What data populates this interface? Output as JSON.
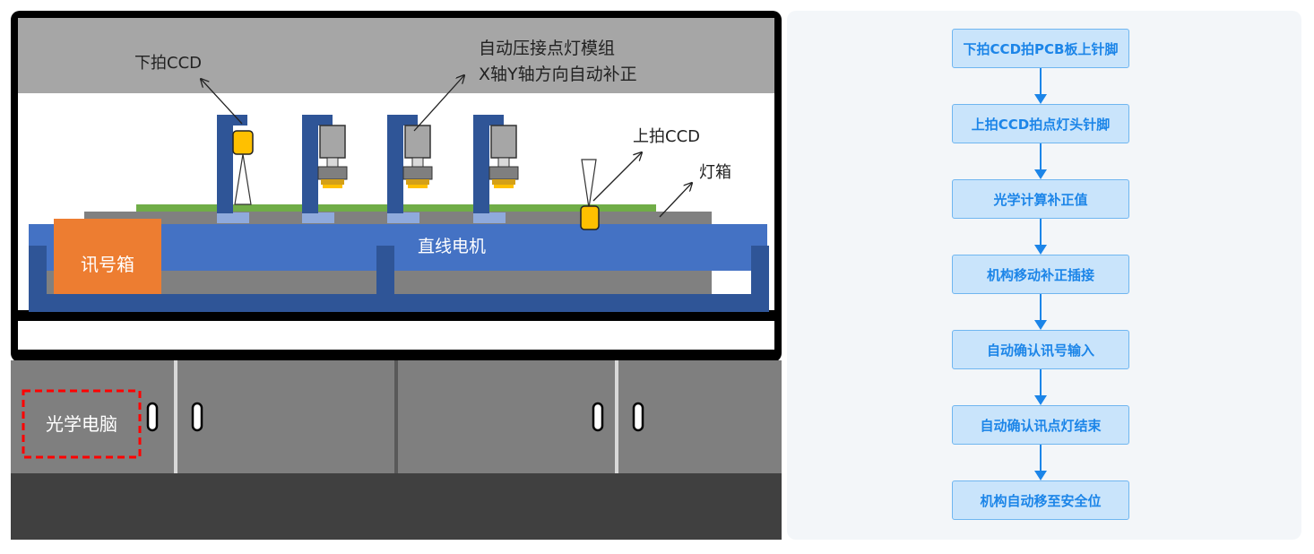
{
  "machine": {
    "labels": {
      "down_ccd": "下拍CCD",
      "auto_module_line1": "自动压接点灯模组",
      "auto_module_line2": "X轴Y轴方向自动补正",
      "up_ccd": "上拍CCD",
      "light_box": "灯箱",
      "linear_motor": "直线电机",
      "signal_box": "讯号箱",
      "optical_pc": "光学电脑"
    },
    "colors": {
      "frame": "#000000",
      "ceiling": "#a6a6a6",
      "rail_blue": "#4472c4",
      "dark_blue": "#2f5597",
      "signal_box": "#ed7d31",
      "ccd_gold": "#ffc000",
      "pcb_green": "#70ad47",
      "cabinet": "#7f7f7f",
      "base": "#404040",
      "dashed_red": "#ff0000"
    }
  },
  "flow": {
    "steps": [
      "下拍CCD拍PCB板上针脚",
      "上拍CCD拍点灯头针脚",
      "光学计算补正值",
      "机构移动补正插接",
      "自动确认讯号输入",
      "自动确认讯点灯结束",
      "机构自动移至安全位"
    ],
    "colors": {
      "box_fill": "#c9e4fb",
      "box_border": "#6fb6f0",
      "text": "#1c85e8",
      "arrow": "#1c85e8"
    }
  }
}
